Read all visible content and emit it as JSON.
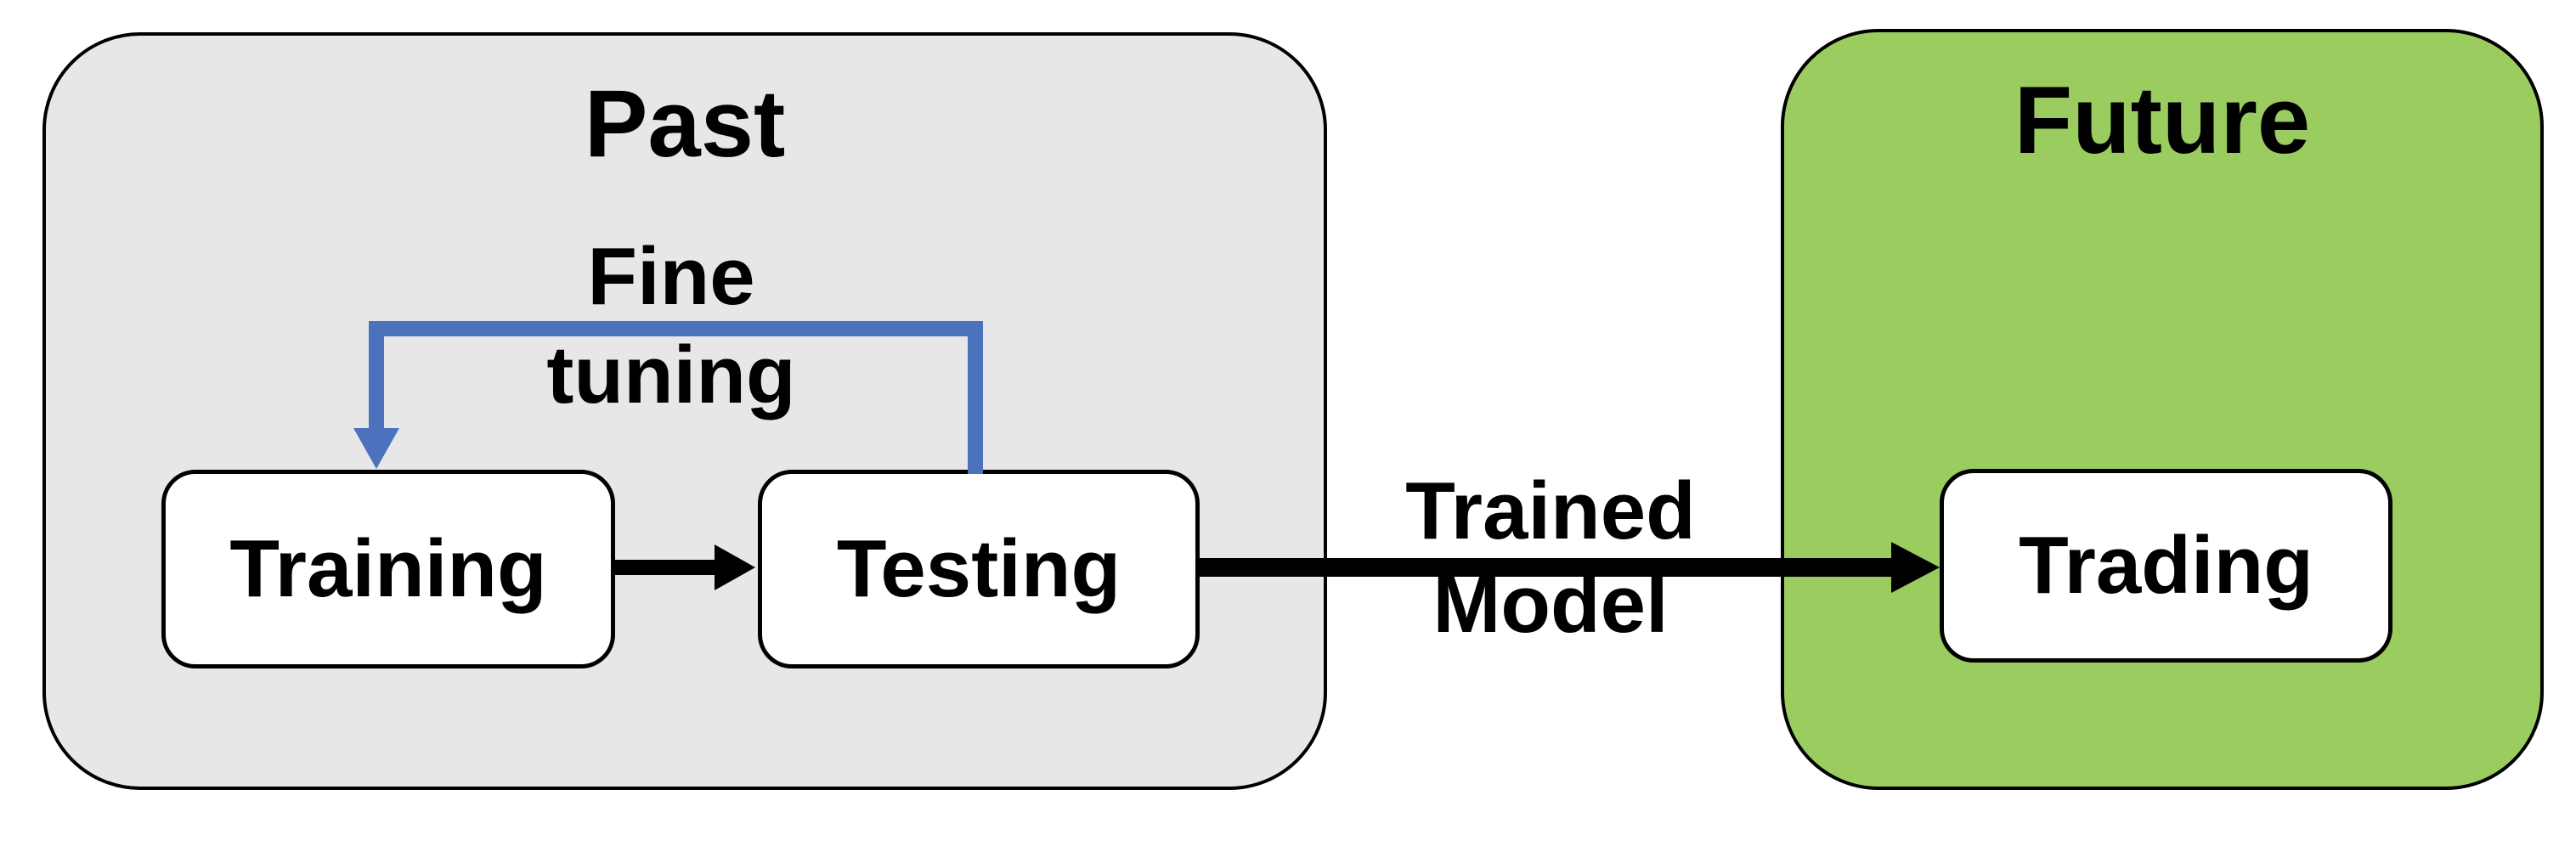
{
  "diagram": {
    "type": "flowchart",
    "panels": [
      {
        "id": "past",
        "title": "Past"
      },
      {
        "id": "future",
        "title": "Future"
      }
    ],
    "nodes": [
      {
        "id": "training",
        "label": "Training",
        "panel": "past"
      },
      {
        "id": "testing",
        "label": "Testing",
        "panel": "past"
      },
      {
        "id": "trading",
        "label": "Trading",
        "panel": "future"
      }
    ],
    "edges": [
      {
        "from": "Training",
        "to": "Testing",
        "label": ""
      },
      {
        "from": "Testing",
        "to": "Trading",
        "label": "Trained Model"
      },
      {
        "from": "Testing",
        "to": "Training",
        "label": "Fine tuning"
      }
    ],
    "edge_labels": {
      "fine_tuning": {
        "lines": [
          "Fine",
          "tuning"
        ]
      },
      "trained_model": {
        "lines": [
          "Trained",
          "Model"
        ]
      }
    },
    "colors": {
      "past_fill": "#E8E7E7",
      "future_fill": "#9ACC60",
      "loop_blue": "#4C72BE",
      "arrow": "#000000",
      "node_fill": "#FFFFFF",
      "stroke": "#000000"
    }
  }
}
